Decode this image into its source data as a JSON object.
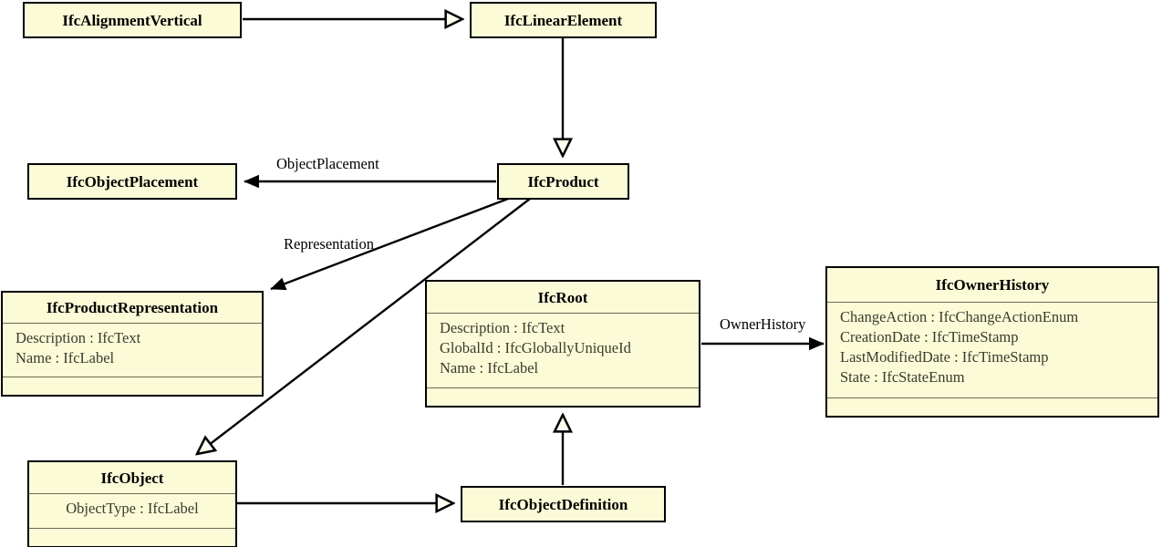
{
  "diagram": {
    "title": "IFC UML class diagram",
    "type": "uml-class-diagram",
    "colors": {
      "class_fill": "#fcfbd7",
      "class_border": "#000000",
      "compartment_separator": "#6b6b52",
      "edge": "#000000",
      "background": "#ffffff",
      "attribute_text": "#3a3a30"
    }
  },
  "classes": {
    "alignment_vertical": {
      "name": "IfcAlignmentVertical",
      "attributes": []
    },
    "linear_element": {
      "name": "IfcLinearElement",
      "attributes": []
    },
    "object_placement": {
      "name": "IfcObjectPlacement",
      "attributes": []
    },
    "product": {
      "name": "IfcProduct",
      "attributes": []
    },
    "product_representation": {
      "name": "IfcProductRepresentation",
      "attributes": [
        "Description : IfcText",
        "Name : IfcLabel"
      ]
    },
    "root": {
      "name": "IfcRoot",
      "attributes": [
        "Description : IfcText",
        "GlobalId : IfcGloballyUniqueId",
        "Name : IfcLabel"
      ]
    },
    "owner_history": {
      "name": "IfcOwnerHistory",
      "attributes": [
        "ChangeAction : IfcChangeActionEnum",
        "CreationDate : IfcTimeStamp",
        "LastModifiedDate : IfcTimeStamp",
        "State : IfcStateEnum"
      ]
    },
    "object": {
      "name": "IfcObject",
      "attributes": [
        "ObjectType : IfcLabel"
      ]
    },
    "object_definition": {
      "name": "IfcObjectDefinition",
      "attributes": []
    }
  },
  "edge_labels": {
    "object_placement": "ObjectPlacement",
    "representation": "Representation",
    "owner_history": "OwnerHistory"
  },
  "relationships": [
    {
      "from": "IfcAlignmentVertical",
      "to": "IfcLinearElement",
      "kind": "generalization",
      "label": ""
    },
    {
      "from": "IfcLinearElement",
      "to": "IfcProduct",
      "kind": "generalization",
      "label": ""
    },
    {
      "from": "IfcProduct",
      "to": "IfcObjectPlacement",
      "kind": "association",
      "label": "ObjectPlacement"
    },
    {
      "from": "IfcProduct",
      "to": "IfcProductRepresentation",
      "kind": "association",
      "label": "Representation"
    },
    {
      "from": "IfcProduct",
      "to": "IfcObject",
      "kind": "generalization",
      "label": ""
    },
    {
      "from": "IfcRoot",
      "to": "IfcOwnerHistory",
      "kind": "association",
      "label": "OwnerHistory"
    },
    {
      "from": "IfcObjectDefinition",
      "to": "IfcRoot",
      "kind": "generalization",
      "label": ""
    },
    {
      "from": "IfcObject",
      "to": "IfcObjectDefinition",
      "kind": "generalization",
      "label": ""
    }
  ]
}
